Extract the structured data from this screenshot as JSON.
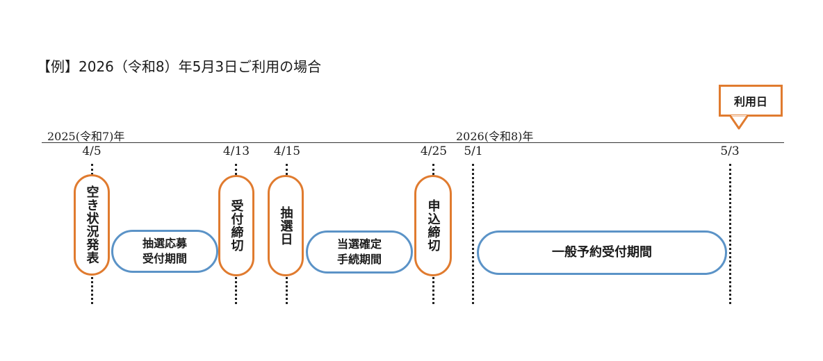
{
  "title": "【例】2026（令和8）年5月3日ご利用の場合",
  "years": {
    "left": "2025(令和7)年",
    "right": "2026(令和8)年"
  },
  "dates": [
    "4/5",
    "4/13",
    "4/15",
    "4/25",
    "5/1",
    "5/3"
  ],
  "milestones": {
    "availability": "空き状況発表",
    "application_deadline": "受付締切",
    "lottery_day": "抽選日",
    "booking_deadline": "申込締切"
  },
  "periods": {
    "lottery_application": "抽選応募\n受付期間",
    "winner_procedure": "当選確定\n手続期間",
    "general_booking": "一般予約受付期間"
  },
  "usage_day": "利用日",
  "colors": {
    "milestone_border": "#e07b2f",
    "period_border": "#5b93c7"
  }
}
